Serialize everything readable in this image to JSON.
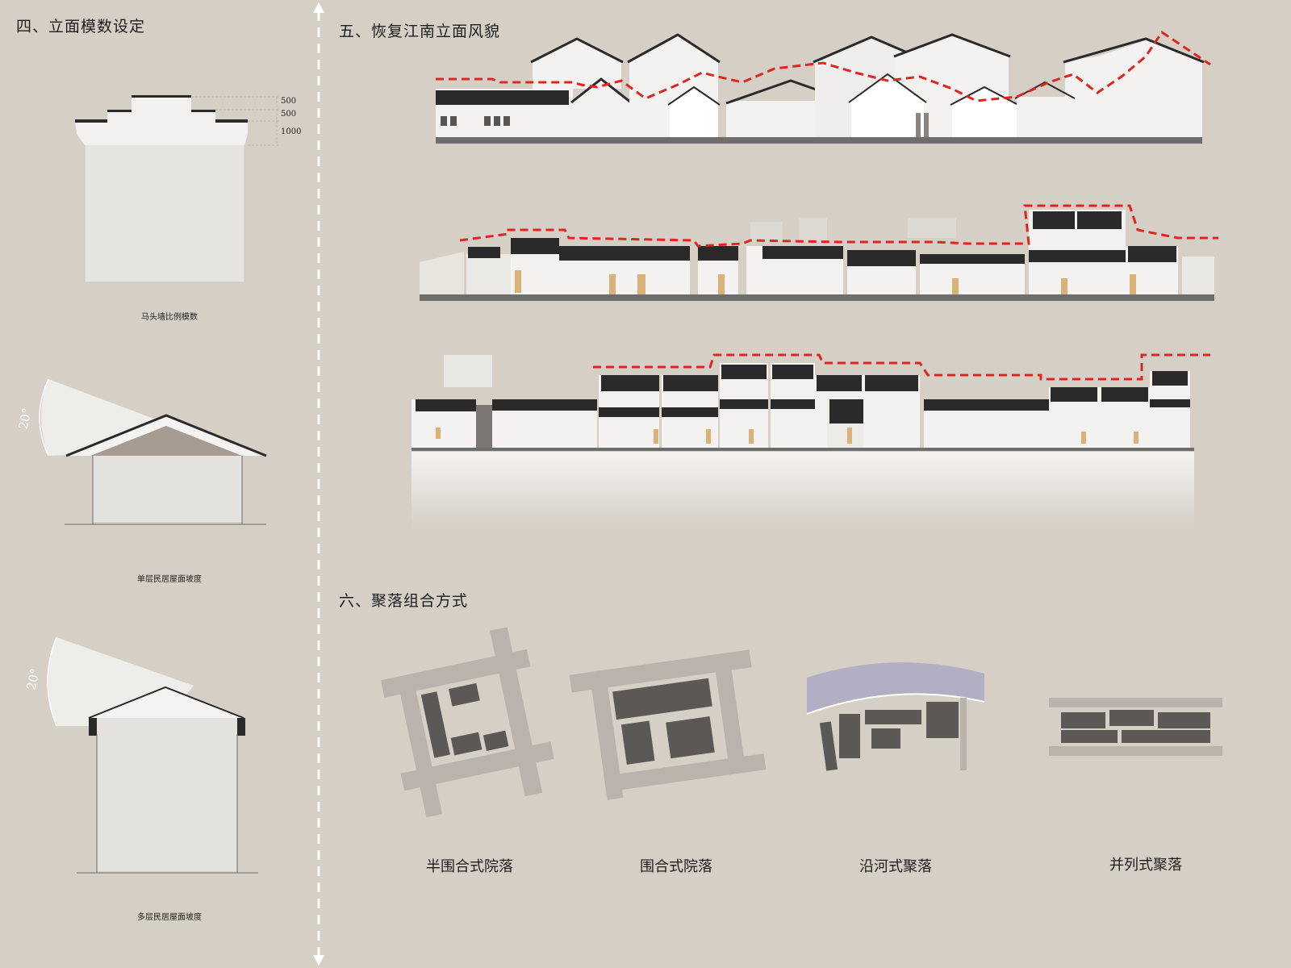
{
  "sections": {
    "s4": {
      "title": "四、立面模数设定"
    },
    "s5": {
      "title": "五、恢复江南立面风貌"
    },
    "s6": {
      "title": "六、聚落组合方式"
    }
  },
  "modulus": {
    "dim_top": "500",
    "dim_mid": "500",
    "dim_bottom": "1000",
    "caption": "马头墙比例模数"
  },
  "single_storey": {
    "angle": "20°",
    "caption": "单层民居屋面坡度"
  },
  "multi_storey": {
    "angle": "20°",
    "caption": "多层民居屋面坡度"
  },
  "settlements": [
    {
      "label": "半围合式院落"
    },
    {
      "label": "围合式院落"
    },
    {
      "label": "沿河式聚落"
    },
    {
      "label": "并列式聚落"
    }
  ],
  "colors": {
    "background": "#d5cfc6",
    "skyline_dash": "#e0241f",
    "roof": "#2a2a2a",
    "wall": "#f3f2f0",
    "door": "#d9b27a",
    "building_plan": "#5b5856",
    "road": "#b9b3ab",
    "river": "#a9a6c4"
  }
}
